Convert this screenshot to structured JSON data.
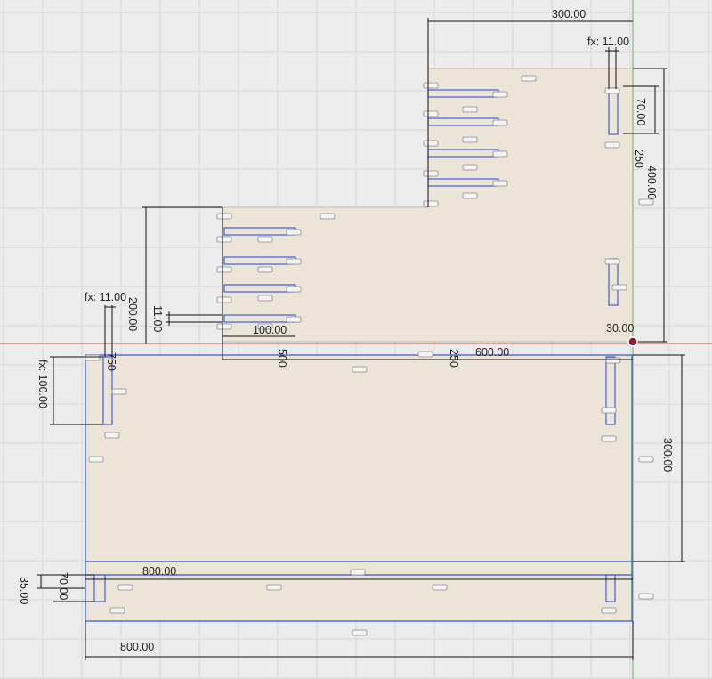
{
  "app": {
    "view": "sketch-canvas"
  },
  "colors": {
    "background": "#ececec",
    "grid": "#d6d6d6",
    "profile_fill": "#ede4d8",
    "profile_line": "#2d55d6",
    "dimension_line": "#111111",
    "x_axis": "#d9534f",
    "y_axis": "#5cb85c",
    "origin": "#8b1a3a"
  },
  "dimensions": {
    "top_width": "300.00",
    "fx_top": "fx: 11.00",
    "right_70": "70.00",
    "right_400": "400.00",
    "right_250": "250",
    "left_fx": "fx: 11.00",
    "left_200": "200.00",
    "left_11": "11.00",
    "left_100": "100.00",
    "label_500": "500",
    "label_250": "250",
    "label_600": "600.00",
    "label_30": "30.00",
    "label_750": "750",
    "fx_100": "fx: 100.00",
    "right_300": "300.00",
    "bottom_800_inner": "800.00",
    "bottom_70": "70.00",
    "bottom_35": "35.00",
    "bottom_800": "800.00"
  },
  "icons": {
    "constraint": "constraint-glyph-icon",
    "origin": "origin-point-icon"
  }
}
